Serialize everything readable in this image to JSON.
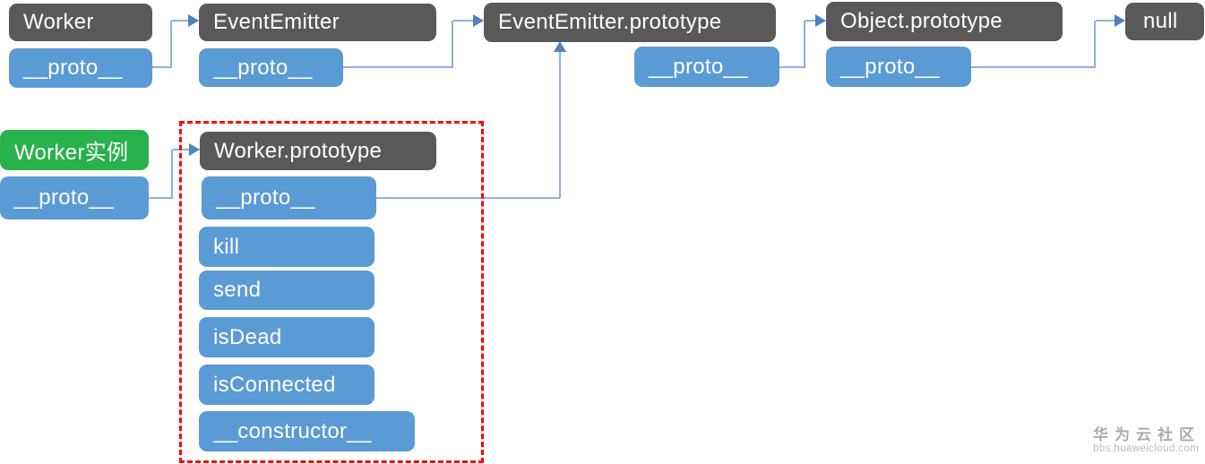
{
  "colors": {
    "class_box": "#595959",
    "property_box": "#5B9BD5",
    "instance_box": "#28B24C",
    "connector_line": "#8FAFD9",
    "arrowhead": "#4E81BD",
    "highlight_border": "#FF0000",
    "box_text": "#FFFFFF",
    "watermark_text": "#A9ABAD"
  },
  "boxes": {
    "worker": {
      "label": "Worker"
    },
    "worker_proto": {
      "label": "__proto__"
    },
    "eventemitter": {
      "label": "EventEmitter"
    },
    "eventemitter_proto": {
      "label": "__proto__"
    },
    "eventemitter_prototype": {
      "label": "EventEmitter.prototype"
    },
    "eventemitter_prototype_proto": {
      "label": "__proto__"
    },
    "object_prototype": {
      "label": "Object.prototype"
    },
    "object_prototype_proto": {
      "label": "__proto__"
    },
    "null_box": {
      "label": "null"
    },
    "worker_instance": {
      "label": "Worker实例"
    },
    "worker_instance_proto": {
      "label": "__proto__"
    },
    "worker_prototype": {
      "label": "Worker.prototype"
    },
    "worker_prototype_proto": {
      "label": "__proto__"
    },
    "member_kill": {
      "label": "kill"
    },
    "member_send": {
      "label": "send"
    },
    "member_isdead": {
      "label": "isDead"
    },
    "member_isconnected": {
      "label": "isConnected"
    },
    "member_constructor": {
      "label": "__constructor__"
    }
  },
  "edges": [
    {
      "from": "Worker.__proto__",
      "to": "EventEmitter"
    },
    {
      "from": "EventEmitter.__proto__",
      "to": "EventEmitter.prototype"
    },
    {
      "from": "EventEmitter.prototype.__proto__",
      "to": "Object.prototype"
    },
    {
      "from": "Object.prototype.__proto__",
      "to": "null"
    },
    {
      "from": "Worker实例.__proto__",
      "to": "Worker.prototype"
    },
    {
      "from": "Worker.prototype.__proto__",
      "to": "EventEmitter.prototype"
    }
  ],
  "watermark": {
    "title": "华为云社区",
    "url": "bbs.huaweicloud.com"
  }
}
